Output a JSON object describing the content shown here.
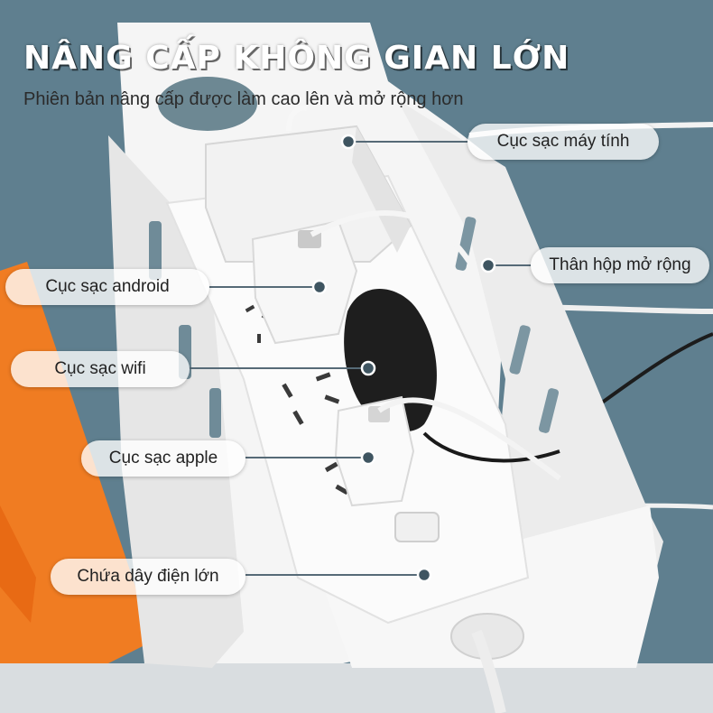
{
  "headline": "NÂNG CẤP KHÔNG GIAN LỚN",
  "subheadline": "Phiên bản nâng cấp được làm cao lên và mở rộng hơn",
  "callouts": {
    "laptop_charger": "Cục sạc máy tính",
    "expanded_body": "Thân hộp mở rộng",
    "android_charger": "Cục sạc android",
    "wifi_charger": "Cục sạc wifi",
    "apple_charger": "Cục sạc apple",
    "large_cable": "Chứa dây điện lớn"
  },
  "colors": {
    "background": "#5f7f8f",
    "orange_panel": "#f07c22",
    "box_white": "#f4f4f4",
    "label_bg": "#ffffff",
    "leader_line": "#566a77"
  }
}
